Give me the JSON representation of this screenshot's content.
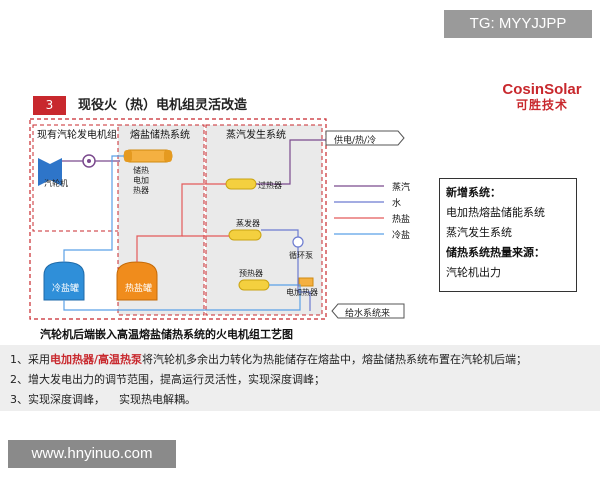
{
  "watermark_tg": "TG: MYYJJPP",
  "watermark_site": "www.hnyinuo.com",
  "section": {
    "number": "3",
    "title": "现役火（热）电机组灵活改造"
  },
  "brand": {
    "en": "CosinSolar",
    "cn": "可胜技术"
  },
  "diagram": {
    "box_unit": "现有汽轮发电机组",
    "box_storage": "熔盐储热系统",
    "box_steam": "蒸汽发生系统",
    "turbine": "汽轮机",
    "storage_heater": "储热\n电加\n热器",
    "superheater": "过热器",
    "evaporator": "蒸发器",
    "preheater": "预热器",
    "circ_pump": "循环泵",
    "elec_heater": "电加热器",
    "cold_tank": "冷盐罐",
    "hot_tank": "热盐罐",
    "supply": "供电/热/冷",
    "feedwater": "给水系统来",
    "legend": [
      "蒸汽",
      "水",
      "热盐",
      "冷盐"
    ]
  },
  "new_system": {
    "heading": "新增系统：",
    "items": [
      "电加热熔盐储能系统",
      "蒸汽发生系统"
    ],
    "source_heading": "储热系统热量来源：",
    "source_items": [
      "汽轮机出力"
    ]
  },
  "caption": "汽轮机后端嵌入高温熔盐储热系统的火电机组工艺图",
  "bullets": {
    "b1_prefix": "1、采用",
    "b1_highlight": "电加热器/高温热泵",
    "b1_suffix": "将汽轮机多余出力转化为热能储存在熔盐中，熔盐储热系统布置在汽轮机后端；",
    "b2": "2、增大发电出力的调节范围，提高运行灵活性，实现深度调峰；",
    "b3": "3、实现深度调峰，    实现热电解耦。"
  },
  "colors": {
    "accent": "#c8282d",
    "steam": "#7b4a8e",
    "water": "#6c7bd0",
    "hot_salt": "#e35a5a",
    "cold_salt": "#5aa0e6"
  }
}
